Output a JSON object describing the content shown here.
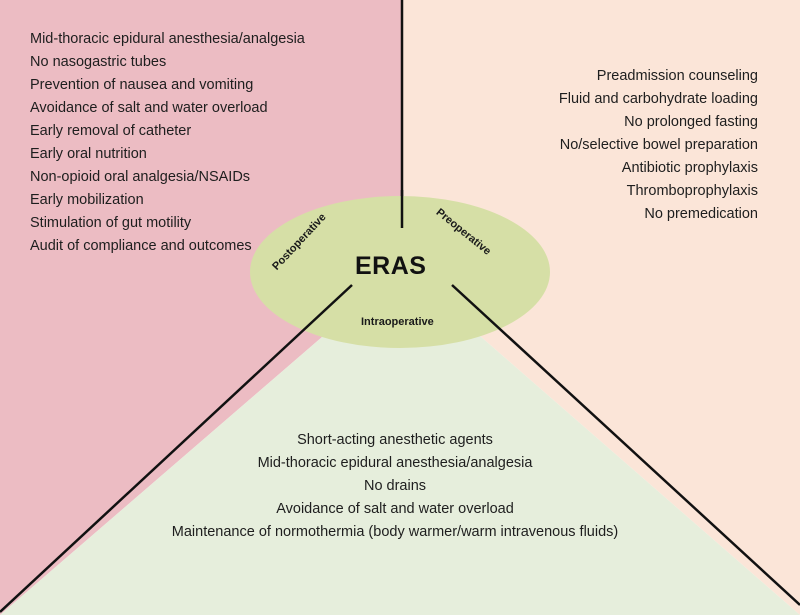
{
  "diagram": {
    "center_label": "ERAS",
    "colors": {
      "postoperative_fill": "#ecbcc3",
      "preoperative_fill": "#fbe5d8",
      "intraoperative_fill": "#e6eedc",
      "center_ellipse": "#d6dfa6",
      "lines": "#111111"
    },
    "phases": {
      "postoperative": {
        "label": "Postoperative",
        "items": [
          "Mid-thoracic epidural anesthesia/analgesia",
          "No nasogastric tubes",
          "Prevention of nausea and vomiting",
          "Avoidance of salt and water overload",
          "Early removal of catheter",
          "Early oral nutrition",
          "Non-opioid oral analgesia/NSAIDs",
          "Early mobilization",
          "Stimulation of gut motility",
          "Audit of compliance and outcomes"
        ]
      },
      "preoperative": {
        "label": "Preoperative",
        "items": [
          "Preadmission counseling",
          "Fluid and carbohydrate loading",
          "No prolonged fasting",
          "No/selective bowel preparation",
          "Antibiotic prophylaxis",
          "Thromboprophylaxis",
          "No premedication"
        ]
      },
      "intraoperative": {
        "label": "Intraoperative",
        "items": [
          "Short-acting anesthetic agents",
          "Mid-thoracic epidural anesthesia/analgesia",
          "No drains",
          "Avoidance of salt and water overload",
          "Maintenance of normothermia (body warmer/warm intravenous fluids)"
        ]
      }
    }
  }
}
